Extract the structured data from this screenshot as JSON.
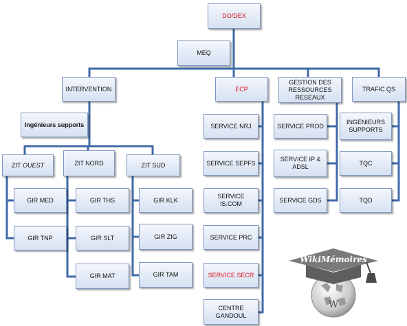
{
  "org": {
    "root": "DO/DEX",
    "meq": "MEQ",
    "intervention": "INTERVENTION",
    "ing_supports": "Ingénieurs supports",
    "zit_ouest_prefix": "ZIT",
    "zit_ouest_suffix": "OUEST",
    "zit_nord": "ZIT  NORD",
    "zit_sud": "ZIT  SUD",
    "gir_med": "GIR MED",
    "gir_tnp": "GIR TNP",
    "gir_ths": "GIR THS",
    "gir_slt": "GIR SLT",
    "gir_mat": "GIR MAT",
    "gir_klk": "GIR KLK",
    "gir_zig": "GIR ZIG",
    "gir_tam": "GIR TAM",
    "ecp": "ECP",
    "service_nrj": "SERVICE NRJ",
    "service_sepfs": "SERVICE SEPFS",
    "service_iscom": "SERVICE IS.COM",
    "service_prc": "SERVICE  PRC",
    "service_secr": "SERVICE SECR",
    "centre_gandoul": "CENTRE GANDOUL",
    "gestion": "GESTION DES RESSOURCES RESEAUX",
    "service_prod": "SERVICE PROD",
    "service_ip_adsl": "SERVICE IP & ADSL",
    "service_gds": "SERVICE GDS",
    "trafic_qs": "TRAFIC QS",
    "ingenieurs_supports": "INGENIEURS SUPPORTS",
    "tqc": "TQC",
    "tqd": "TQD"
  },
  "logo": {
    "text": "WikiMémoires"
  },
  "colors": {
    "line": "#3f6aa8",
    "box_border": "#7f97c1",
    "highlight_text": "#e0111f"
  }
}
